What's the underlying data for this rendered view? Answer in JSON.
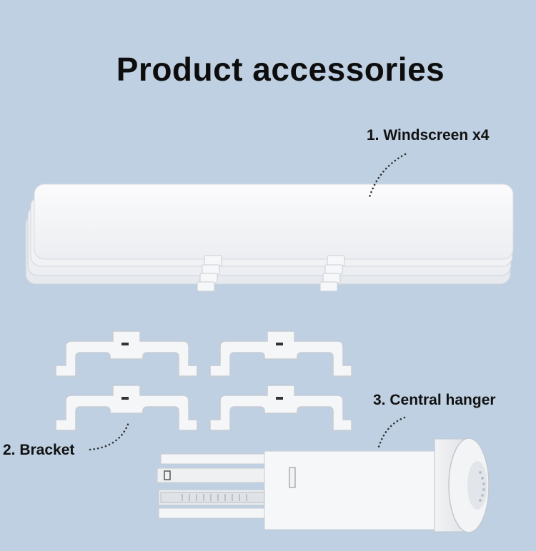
{
  "title": "Product accessories",
  "labels": {
    "windscreen": "1. Windscreen x4",
    "bracket": "2. Bracket",
    "hanger": "3. Central hanger"
  },
  "colors": {
    "background": "#bfd0e2",
    "part_white": "#f4f5f7",
    "part_shadow": "#d3d8de",
    "dotted_leader": "#333333"
  }
}
